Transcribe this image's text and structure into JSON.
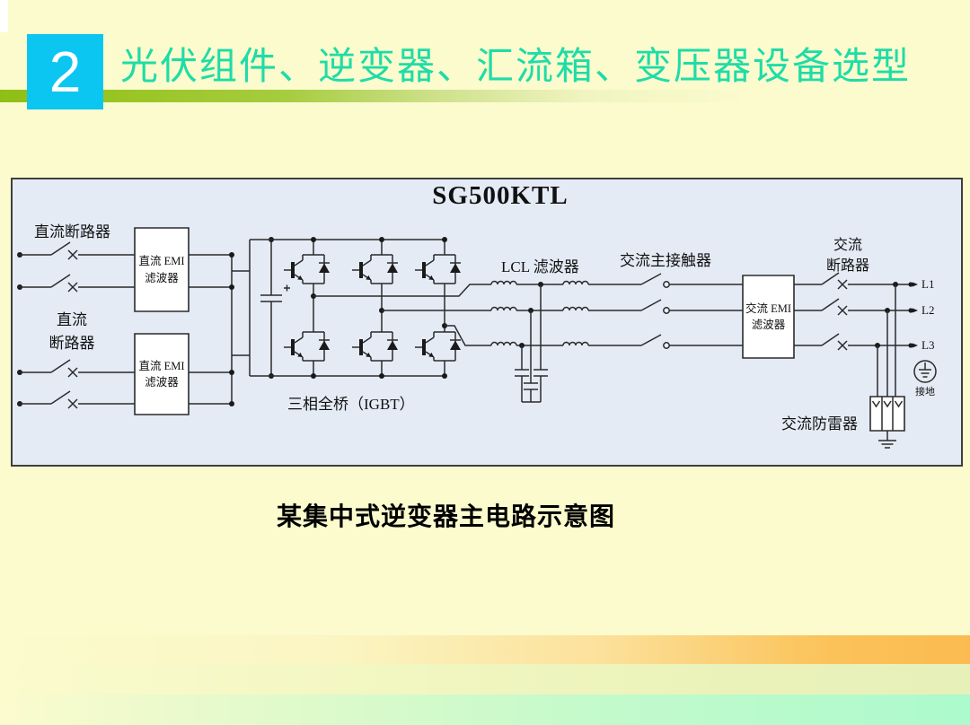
{
  "slide": {
    "header": {
      "number": "2",
      "title": "光伏组件、逆变器、汇流箱、变压器设备选型"
    },
    "caption": "某集中式逆变器主电路示意图",
    "colors": {
      "background": "#FBFBCE",
      "number_box": "#0BC6F1",
      "title_text": "#1FDCA6",
      "header_underline_green": "#9BC627",
      "panel_background": "#E4EBF5",
      "footer_orange": "#FBBB50",
      "footer_light_green": "#E8F0BA",
      "footer_mint": "#ACFACD"
    }
  },
  "diagram": {
    "model": "SG500KTL",
    "labels": {
      "dc_breaker_top": "直流断路器",
      "dc_breaker_bottom": [
        "直流",
        "断路器"
      ],
      "dc_emi_filter": [
        "直流 EMI",
        "滤波器"
      ],
      "three_phase_bridge": "三相全桥（IGBT）",
      "lcl_filter": "LCL 滤波器",
      "ac_main_contactor": "交流主接触器",
      "ac_emi_filter": [
        "交流 EMI",
        "滤波器"
      ],
      "ac_breaker": [
        "交流",
        "断路器"
      ],
      "terminals": [
        "L1",
        "L2",
        "L3"
      ],
      "grounding": "接地",
      "ac_surge_protector": "交流防雷器"
    }
  }
}
